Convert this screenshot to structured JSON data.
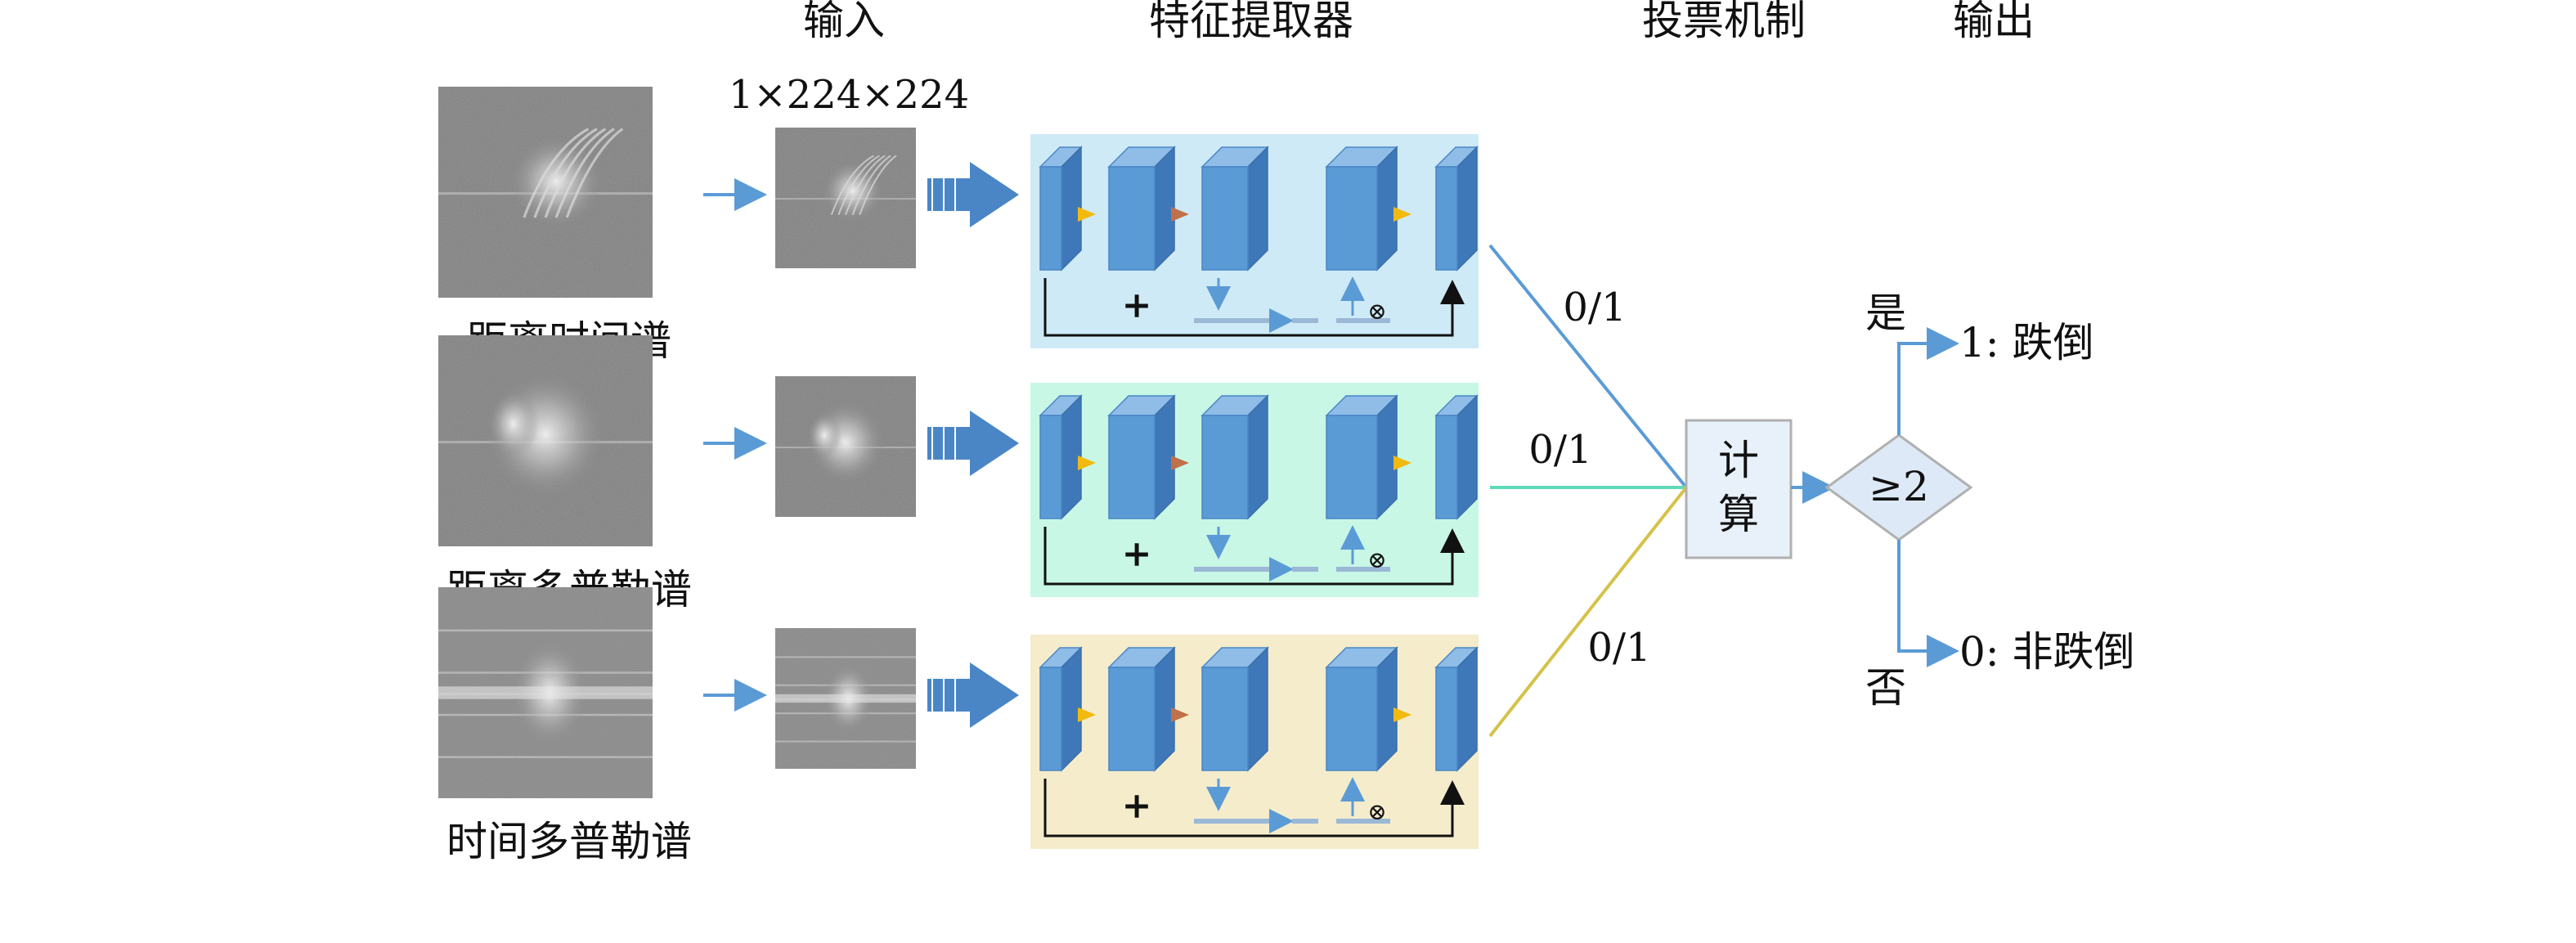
{
  "headers": {
    "input": "输入",
    "extractor": "特征提取器",
    "voting": "投票机制",
    "output": "输出"
  },
  "input_size": "1×224×224",
  "spectra": [
    {
      "label": "距离时间谱"
    },
    {
      "label": "距离多普勒谱"
    },
    {
      "label": "时间多普勒谱"
    }
  ],
  "branch_colors": [
    "#cfeaf7",
    "#c8f7e6",
    "#f4eccb"
  ],
  "line_colors": [
    "#5b9bd5",
    "#5fd9b8",
    "#d6c24a"
  ],
  "branch_outputs": [
    "0/1",
    "0/1",
    "0/1"
  ],
  "block_symbols": {
    "add": "+",
    "multiply": "⊗"
  },
  "compute": {
    "line1": "计",
    "line2": "算"
  },
  "decision": {
    "text": "≥2",
    "yes": "是",
    "no": "否"
  },
  "outputs": {
    "fall": "1: 跌倒",
    "nonfall": "0: 非跌倒"
  }
}
